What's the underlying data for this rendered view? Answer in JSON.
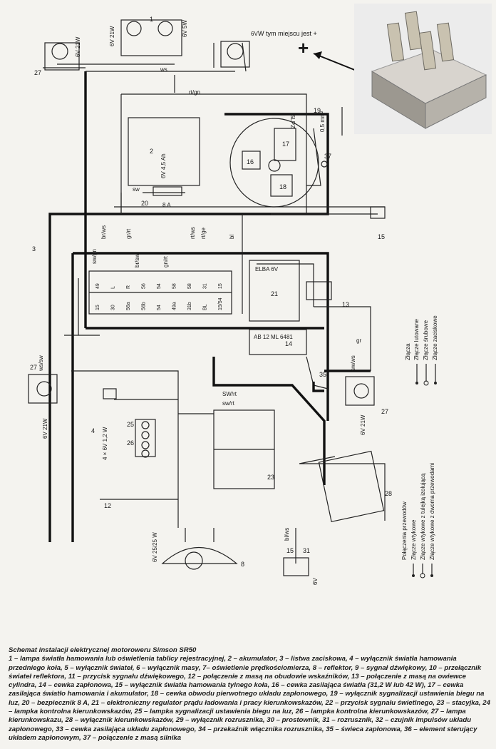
{
  "photo_note": "W tym miejscu jest +",
  "photo_plus": "+",
  "caption": {
    "title": "Schemat instalacji elektrycznej motoroweru Simson SR50",
    "body": "1 – lampa światła hamowania lub oświetlenia tablicy rejestracyjnej, 2 – akumulator, 3 – listwa zaciskowa, 4 – wyłącznik światła hamowania przedniego koła, 5 – wyłącznik świateł, 6 – wyłącznik masy, 7– oświetlenie prędkościomierza, 8 – reflektor, 9 – sygnał dźwiękowy, 10 – przełącznik świateł reflektora, 11 – przycisk sygnału dźwiękowego, 12 – połączenie z masą na obudowie wskaźników, 13 – połączenie z masą na owiewce cylindra, 14 – cewka zapłonowa, 15 – wyłącznik światła hamowania tylnego koła, 16 – cewka zasilająca światła (31,2 W lub 42 W), 17 – cewka zasilająca światło hamowania i akumulator, 18 – cewka obwodu pierwotnego układu zapłonowego, 19 – wyłącznik sygnalizacji ustawienia biegu na luz, 20 – bezpiecznik 8 A, 21 – elektroniczny regulator prądu ładowania i pracy kierunkowskazów, 22 – przycisk sygnału świetlnego, 23 – stacyjka, 24 – lampka kontrolna kierunkowskazów, 25 – lampka sygnalizacji ustawienia biegu na luz, 26 – lampka kontrolna kierunkowskazów, 27 – lampa kierunkowskazu, 28 – wyłącznik kierunkowskazów, 29 – wyłącznik rozrusznika, 30 – prostownik, 31 – rozrusznik, 32 – czujnik impulsów układu zapłonowego, 33 – cewka zasilająca układu zapłonowego, 34 – przekaźnik włącznika rozrusznika, 35 – świeca zapłonowa, 36 – element sterujący układem zapłonowym, 37 – połączenie z masą silnika"
  },
  "legend": {
    "joints_title": "Złącza",
    "joints": [
      "Złącze lutowane",
      "Złącze śrubowe",
      "Złącze zaciskowe"
    ],
    "wires_title": "Połączenia przewodów",
    "wires": [
      "Złącze wtykowe",
      "Złącze wtykowe z tulejką izolującą",
      "Złącze wtykowe z dwoma przewodami"
    ]
  },
  "components": {
    "c1": "1",
    "c2": "2",
    "c3": "3",
    "c4": "4",
    "c8": "8",
    "c12": "12",
    "c13": "13",
    "c14": "14",
    "c15": "15",
    "c15b": "15",
    "c16": "16",
    "c17": "17",
    "c18": "18",
    "c19": "19",
    "c20": "20",
    "c21": "21",
    "c23": "23",
    "c25": "25",
    "c26": "26",
    "c27a": "27",
    "c27b": "27",
    "c27c": "27",
    "c28": "28",
    "c31": "31",
    "c35": "35",
    "c37": "37"
  },
  "ratings": {
    "lamp_top_left": "6V 21W",
    "lamp_top_mid": "6V 21W",
    "lamp_top_mid2": "6V 5W",
    "lamp_top_right": "6V",
    "battery": "6V 4,5 Ah",
    "fuse": "8 A",
    "regulator": "ELBA 6V",
    "coil": "AB 12 ML 6481",
    "lamp_left": "6V 21W",
    "lamp_right": "6V 21W",
    "headlight": "6V 25/25 W",
    "bulbs": "4 × 6V 1,2 W",
    "rotor": "SLPZ",
    "switch_19": "0,5 mm²",
    "starter": "6V"
  },
  "wire_labels": {
    "w1": "rt/gn",
    "w2": "sw",
    "w3": "ws",
    "w4": "br/ws",
    "w5": "gr/rt",
    "w6": "rt/ws",
    "w7": "rt/ge",
    "w8": "bl",
    "w9": "sw/gn",
    "w10": "br/sw",
    "w11": "gn/rt",
    "w12": "sw/ws",
    "w13": "SW/rt",
    "w14": "sw/rt",
    "w15": "ws/sw",
    "w16": "bl/ws",
    "w17": "gr"
  },
  "strip_terminals": [
    "49",
    "L",
    "R",
    "56",
    "54",
    "58",
    "58",
    "31",
    "15",
    "15",
    "30",
    "56a",
    "56b",
    "54",
    "49a",
    "31b",
    "BL",
    "15/54"
  ]
}
